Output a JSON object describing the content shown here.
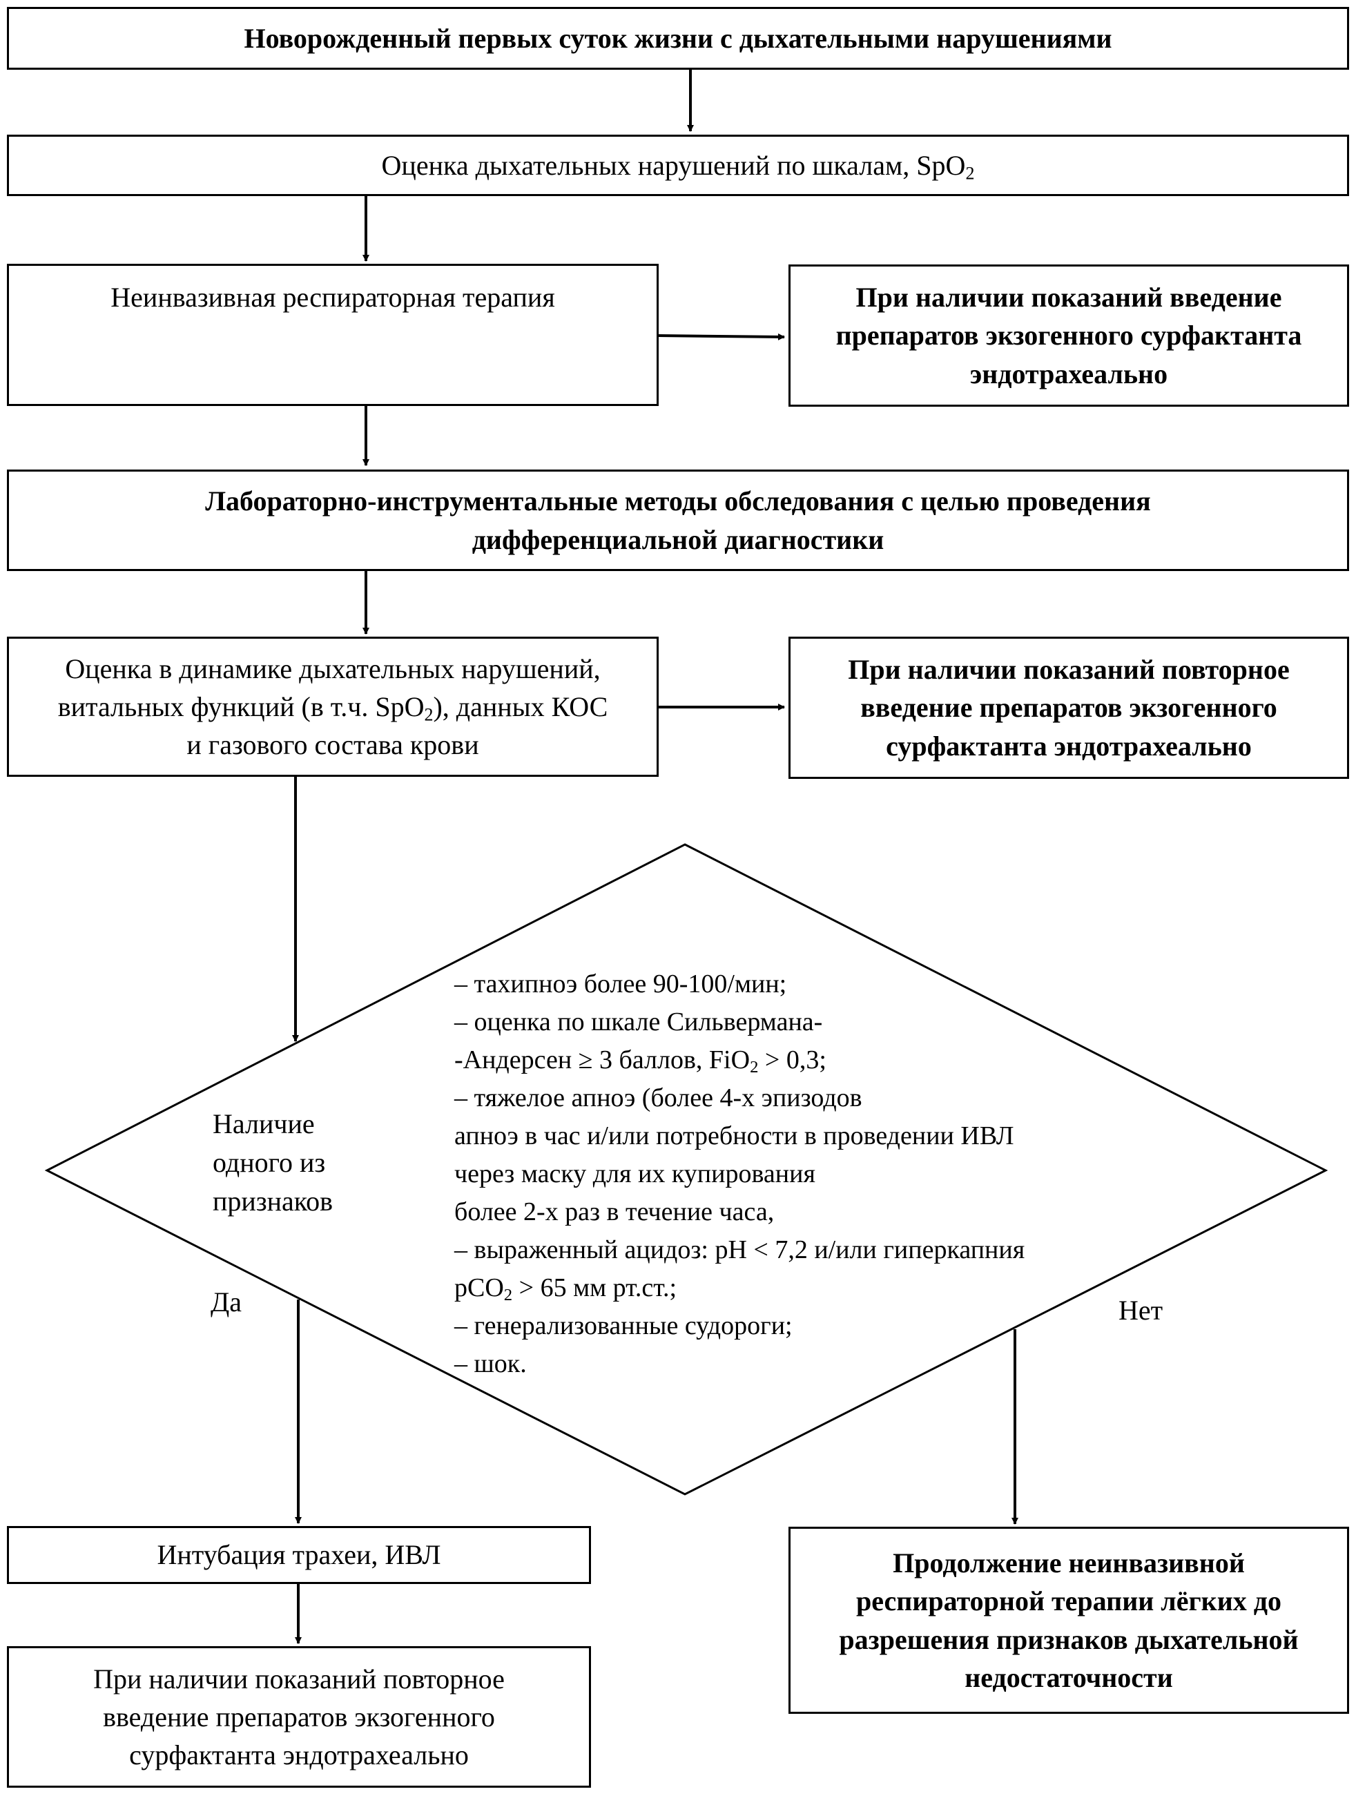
{
  "boxes": {
    "start": "Новорожденный первых суток жизни с дыхательными нарушениями",
    "assess": {
      "pre": "Оценка дыхательных нарушений по шкалам, SpO",
      "sub": "2"
    },
    "noninvasive": "Неинвазивная респираторная терапия",
    "surfactant1": [
      "При наличии показаний введение",
      "препаратов экзогенного сурфактанта",
      "эндотрахеально"
    ],
    "lab": [
      "Лабораторно-инструментальные методы обследования с целью проведения",
      "дифференциальной диагностики"
    ],
    "dynamics": {
      "line1": "Оценка в динамике дыхательных нарушений,",
      "line2_pre": "витальных функций (в т.ч. SpO",
      "line2_sub": "2",
      "line2_post": "), данных КОС",
      "line3": "и газового состава крови"
    },
    "surfactant2": [
      "При наличии показаний повторное",
      "введение препаратов экзогенного",
      "сурфактанта эндотрахеально"
    ],
    "intubation": "Интубация трахеи, ИВЛ",
    "surfactant3": [
      "При наличии показаний повторное",
      "введение препаратов экзогенного",
      "сурфактанта эндотрахеально"
    ],
    "continue": [
      "Продолжение неинвазивной",
      "респираторной терапии лёгких до",
      "разрешения признаков дыхательной",
      "недостаточности"
    ]
  },
  "decision": {
    "question": [
      "Наличие",
      "одного из",
      "признаков"
    ],
    "criteria": {
      "c1": "– тахипноэ более 90-100/мин;",
      "c2": "– оценка по шкале Сильвермана-",
      "c3_pre": "-Андерсен ≥ 3 баллов, FiO",
      "c3_sub": "2",
      "c3_post": " > 0,3;",
      "c4": "– тяжелое апноэ (более 4-х эпизодов",
      "c5": "апноэ в час и/или потребности в проведении ИВЛ",
      "c6": "через маску для их купирования",
      "c7": "более 2-х раз в течение часа,",
      "c8": "– выраженный ацидоз: pH < 7,2 и/или гиперкапния",
      "c9_pre": "pCO",
      "c9_sub": "2",
      "c9_post": " > 65 мм рт.ст.;",
      "c10": "– генерализованные судороги;",
      "c11": "– шок."
    },
    "yes": "Да",
    "no": "Нет"
  }
}
